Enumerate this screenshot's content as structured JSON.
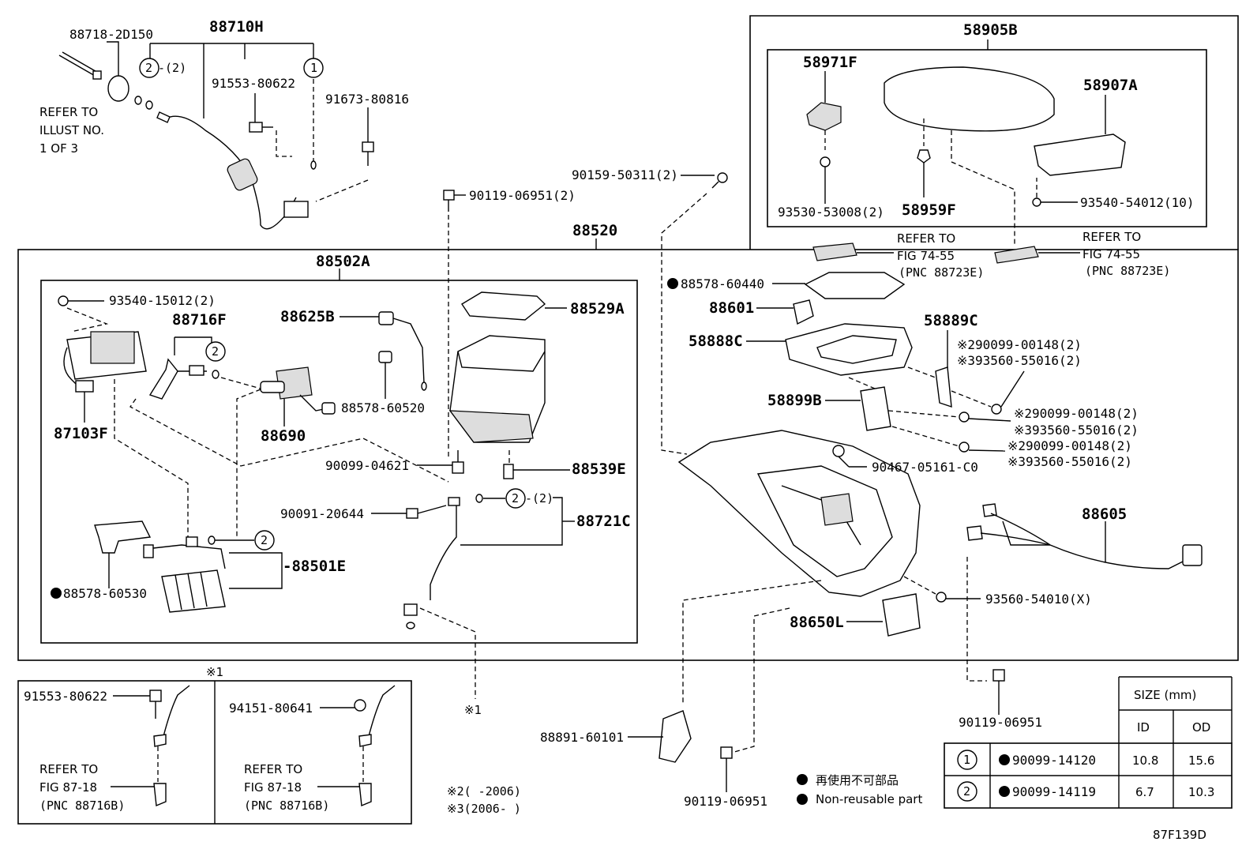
{
  "diagram_id": "87F139D",
  "labels": {
    "p88718_2D150": "88718-2D150",
    "p88710H": "88710H",
    "refer_illust": [
      "REFER TO",
      "ILLUST NO.",
      "1 OF 3"
    ],
    "p91553_80622_top": "91553-80622",
    "p91673_80816": "91673-80816",
    "circ2_qty_top": "-(2)",
    "p90159_50311": "90159-50311(2)",
    "p90119_06951_2": "90119-06951(2)",
    "p88520": "88520",
    "p88502A": "88502A",
    "p93540_15012": "93540-15012(2)",
    "p88716F": "88716F",
    "p88625B": "88625B",
    "p88529A": "88529A",
    "p88578_60520": "88578-60520",
    "p87103F": "87103F",
    "p88690": "88690",
    "p90099_04621": "90099-04621",
    "p88539E": "88539E",
    "p90091_20644": "90091-20644",
    "circ2_qty_mid": "-(2)",
    "p88721C": "88721C",
    "p88501E": "-88501E",
    "p88578_60530": "88578-60530",
    "p58905B": "58905B",
    "p58971F": "58971F",
    "p58907A": "58907A",
    "p93530_53008": "93530-53008(2)",
    "p58959F": "58959F",
    "p93540_54012": "93540-54012(10)",
    "refer_fig_a": [
      "REFER TO",
      "FIG 74-55",
      "(PNC 88723E)"
    ],
    "refer_fig_b": [
      "REFER TO",
      "FIG 74-55",
      "(PNC 88723E)"
    ],
    "p88578_60440": "88578-60440",
    "p88601": "88601",
    "p58889C": "58889C",
    "p58888C": "58888C",
    "r2_a": "※290099-00148(2)",
    "r3_a": "※393560-55016(2)",
    "p58899B": "58899B",
    "r2_b": "※290099-00148(2)",
    "r3_b": "※393560-55016(2)",
    "r2_c": "※290099-00148(2)",
    "r3_c": "※393560-55016(2)",
    "p90467_05161": "90467-05161-C0",
    "p88605": "88605",
    "p93560_54010": "93560-54010(X)",
    "p88650L": "88650L",
    "p90119_06951_r": "90119-06951",
    "p88891_60101": "88891-60101",
    "p90119_06951_b": "90119-06951",
    "star1_top": "※1",
    "star1_mid": "※1",
    "d1_bolt": "91553-80622",
    "d1_refer": [
      "REFER TO",
      "FIG 87-18",
      "(PNC 88716B)"
    ],
    "d2_bolt": "94151-80641",
    "d2_refer": [
      "REFER TO",
      "FIG 87-18",
      "(PNC 88716B)"
    ],
    "note2": "※2(      -2006)",
    "note3": "※3(2006-      )",
    "legend_jp": "再使用不可部品",
    "legend_en": "Non-reusable part"
  },
  "size_table": {
    "title": "SIZE (mm)",
    "headers": [
      "ID",
      "OD"
    ],
    "rows": [
      {
        "mark": "1",
        "part": "90099-14120",
        "id": "10.8",
        "od": "15.6"
      },
      {
        "mark": "2",
        "part": "90099-14119",
        "id": "6.7",
        "od": "10.3"
      }
    ]
  },
  "circle_marks": {
    "one": "1",
    "two": "2"
  }
}
